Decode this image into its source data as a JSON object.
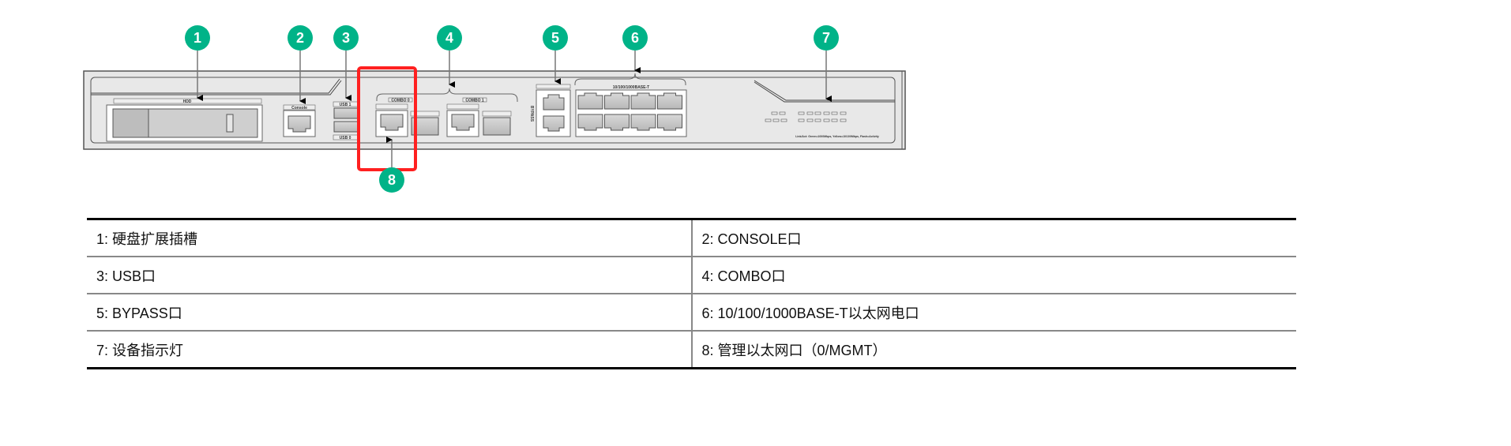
{
  "callouts": [
    "1",
    "2",
    "3",
    "4",
    "5",
    "6",
    "7",
    "8"
  ],
  "device_labels": {
    "hdd": "HDD",
    "console": "Console",
    "usb1": "USB 1",
    "usb0": "USB 0",
    "combo0": "COMBO 0",
    "combo1": "COMBO 1",
    "bypass": "BYPASS",
    "ports_title": "10/100/1000BASE-T",
    "led_caption": "Link/Act: Green=1000Mbps, Yellow=10/100Mbps, Flash=Activity"
  },
  "colors": {
    "callout": "#00b388",
    "highlight": "#ff2020"
  },
  "legend": [
    [
      "1: 硬盘扩展插槽",
      "2: CONSOLE口"
    ],
    [
      "3: USB口",
      "4: COMBO口"
    ],
    [
      "5: BYPASS口",
      "6: 10/100/1000BASE-T以太网电口"
    ],
    [
      "7: 设备指示灯",
      "8: 管理以太网口（0/MGMT）"
    ]
  ]
}
